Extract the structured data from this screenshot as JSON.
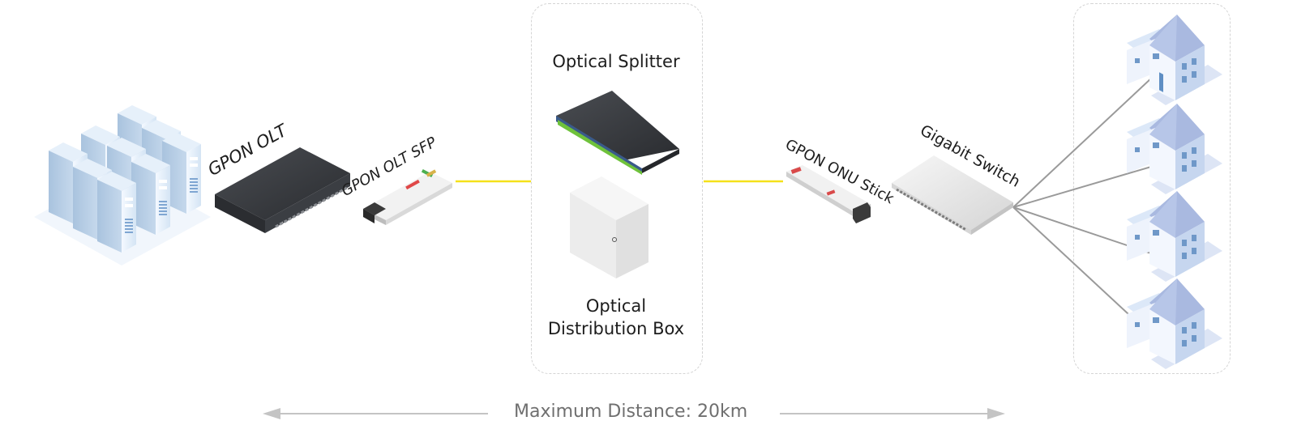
{
  "diagram": {
    "title": "GPON Network Topology",
    "nodes": {
      "servers": {
        "label": "",
        "icon": "server-cluster-icon"
      },
      "olt": {
        "label": "GPON OLT",
        "icon": "olt-switch-icon"
      },
      "olt_sfp": {
        "label": "GPON OLT SFP",
        "icon": "sfp-module-icon"
      },
      "splitter": {
        "label": "Optical Splitter",
        "icon": "optical-splitter-icon"
      },
      "odb": {
        "label_line1": "Optical",
        "label_line2": "Distribution Box",
        "icon": "distribution-box-icon"
      },
      "onu_stick": {
        "label": "GPON ONU Stick",
        "icon": "onu-stick-icon"
      },
      "switch": {
        "label": "Gigabit Switch",
        "icon": "gigabit-switch-icon"
      },
      "homes": [
        {
          "icon": "house-icon"
        },
        {
          "icon": "house-icon"
        },
        {
          "icon": "house-icon"
        },
        {
          "icon": "house-icon"
        }
      ]
    },
    "links": {
      "fiber_color": "#f5e11a",
      "copper_color": "#9a9a9a"
    },
    "distance": {
      "label": "Maximum Distance: 20km",
      "arrow_color": "#c4c4c4"
    },
    "colors": {
      "house_roof": "#a9b9e0",
      "house_wall": "#eef3fc",
      "house_accent": "#5f8fc4",
      "server_body": "#cfe0f0",
      "device_dark": "#35383d",
      "splitter_ports": "#6fc23b",
      "box_border": "#d4d4d4"
    }
  }
}
